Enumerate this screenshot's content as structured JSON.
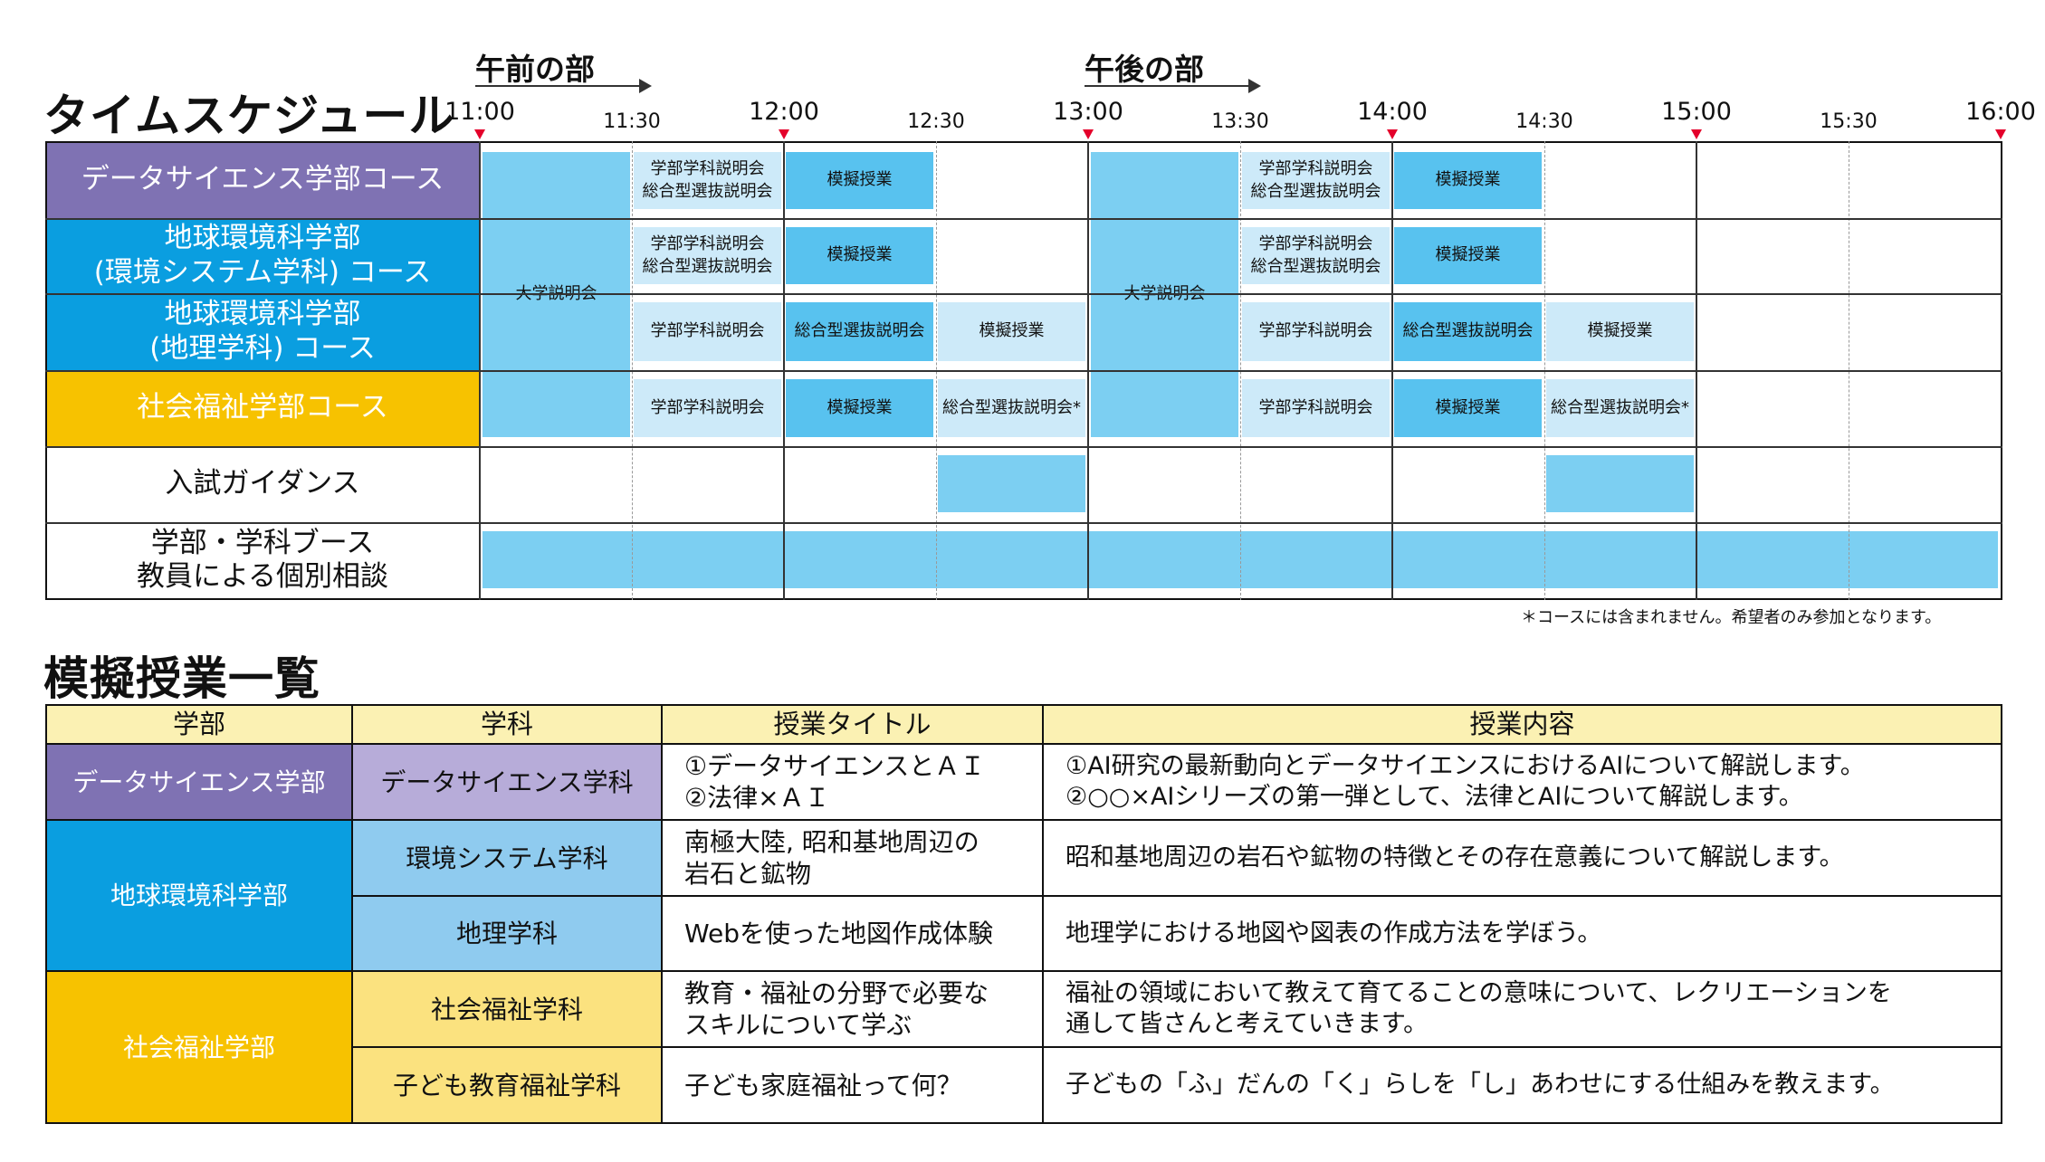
{
  "schedule": {
    "title": "タイムスケジュール",
    "morning_label": "午前の部",
    "afternoon_label": "午後の部",
    "times": [
      "11:00",
      "11:30",
      "12:00",
      "12:30",
      "13:00",
      "13:30",
      "14:00",
      "14:30",
      "15:00",
      "15:30",
      "16:00"
    ],
    "rows": [
      {
        "label": "データサイエンス学部コース",
        "color": "#7f72b3"
      },
      {
        "label": "地球環境科学部\n(環境システム学科) コース",
        "color": "#0a9ee0"
      },
      {
        "label": "地球環境科学部\n(地理学科) コース",
        "color": "#0a9ee0"
      },
      {
        "label": "社会福祉学部コース",
        "color": "#f7c200"
      },
      {
        "label": "入試ガイダンス",
        "color": "#ffffff"
      },
      {
        "label": "学部・学科ブース\n教員による個別相談",
        "color": "#ffffff"
      }
    ],
    "events": {
      "univ_info": "大学説明会",
      "dept_info_combo": "学部学科説明会\n総合型選抜説明会",
      "dept_info": "学部学科説明会",
      "mock_class": "模擬授業",
      "comprehensive": "総合型選抜説明会",
      "comprehensive_star": "総合型選抜説明会*"
    },
    "note": "＊コースには含まれません。希望者のみ参加となります。"
  },
  "mock_list": {
    "title": "模擬授業一覧",
    "headers": [
      "学部",
      "学科",
      "授業タイトル",
      "授業内容"
    ],
    "faculties": [
      {
        "name": "データサイエンス学部",
        "color": "#a79ad0"
      },
      {
        "name": "地球環境科学部",
        "color": "#0a9ee0"
      },
      {
        "name": "社会福祉学部",
        "color": "#f7c200"
      }
    ],
    "rows": [
      {
        "dept": "データサイエンス学科",
        "dept_color": "#c9c1e3",
        "title": "①データサイエンスとＡＩ\n②法律×ＡＩ",
        "content": "①AI研究の最新動向とデータサイエンスにおけるAIについて解説します。\n②○○×AIシリーズの第一弾として、法律とAIについて解説します。"
      },
      {
        "dept": "環境システム学科",
        "dept_color": "#8fcbef",
        "title": "南極大陸, 昭和基地周辺の\n岩石と鉱物",
        "content": "昭和基地周辺の岩石や鉱物の特徴とその存在意義について解説します。"
      },
      {
        "dept": "地理学科",
        "dept_color": "#8fcbef",
        "title": "Webを使った地図作成体験",
        "content": "地理学における地図や図表の作成方法を学ぼう。"
      },
      {
        "dept": "社会福祉学科",
        "dept_color": "#fbe27f",
        "title": "教育・福祉の分野で必要な\nスキルについて学ぶ",
        "content": "福祉の領域において教えて育てることの意味について、レクリエーションを\n通して皆さんと考えていきます。"
      },
      {
        "dept": "子ども教育福祉学科",
        "dept_color": "#fbe27f",
        "title": "子ども家庭福祉って何？",
        "content": "子どもの「ふ」だんの「く」らしを「し」あわせにする仕組みを教えます。"
      }
    ]
  }
}
